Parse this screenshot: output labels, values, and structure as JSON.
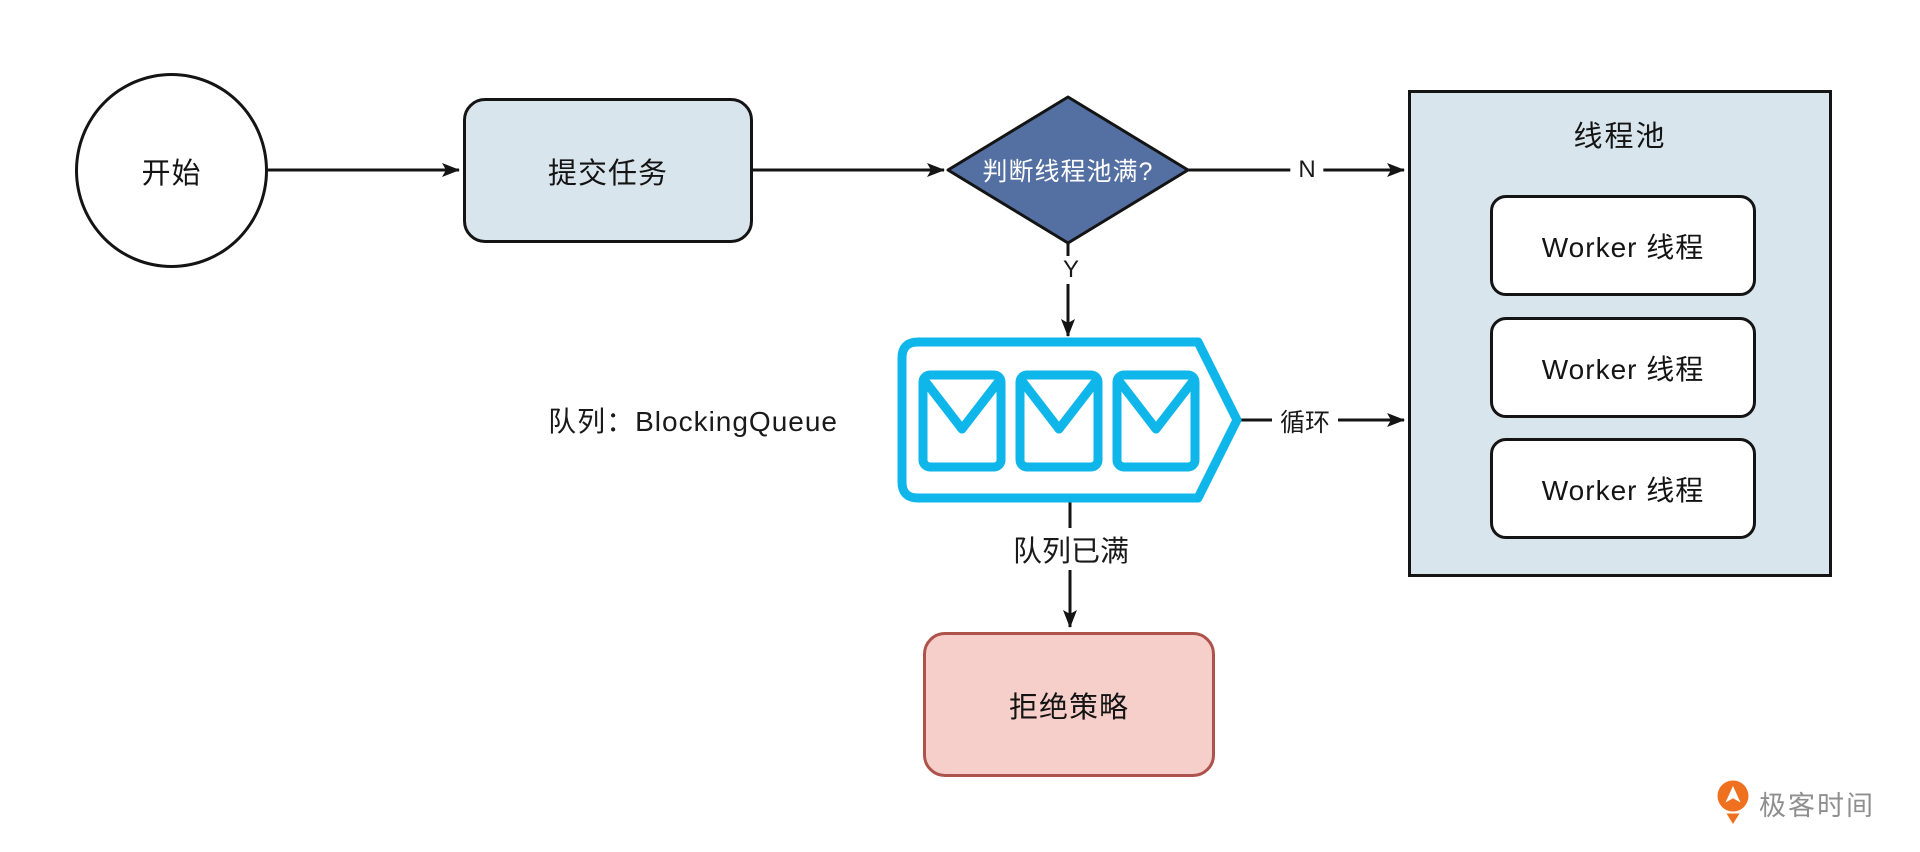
{
  "diagram": {
    "start_label": "开始",
    "submit_label": "提交任务",
    "decision_label": "判断线程池满?",
    "branch_no": "N",
    "branch_yes": "Y",
    "queue_caption": "队列：BlockingQueue",
    "loop_label": "循环",
    "queue_full_label": "队列已满",
    "reject_label": "拒绝策略",
    "pool": {
      "title": "线程池",
      "workers": [
        "Worker 线程",
        "Worker 线程",
        "Worker 线程"
      ]
    }
  },
  "icons": {
    "queue": "blocking-queue-envelopes-icon",
    "envelope_count": 3,
    "logo": "geektime-pin-arrow-icon"
  },
  "colors": {
    "node_fill_blue": "#d9e5ec",
    "diamond_fill": "#5470a2",
    "reject_fill": "#f7cfca",
    "reject_border": "#ae524c",
    "queue_cyan": "#0fb6ea",
    "line_black": "#141414",
    "logo_orange": "#ef7120",
    "logo_text_gray": "#8f8f8f"
  },
  "watermark": {
    "brand": "极客时间"
  }
}
